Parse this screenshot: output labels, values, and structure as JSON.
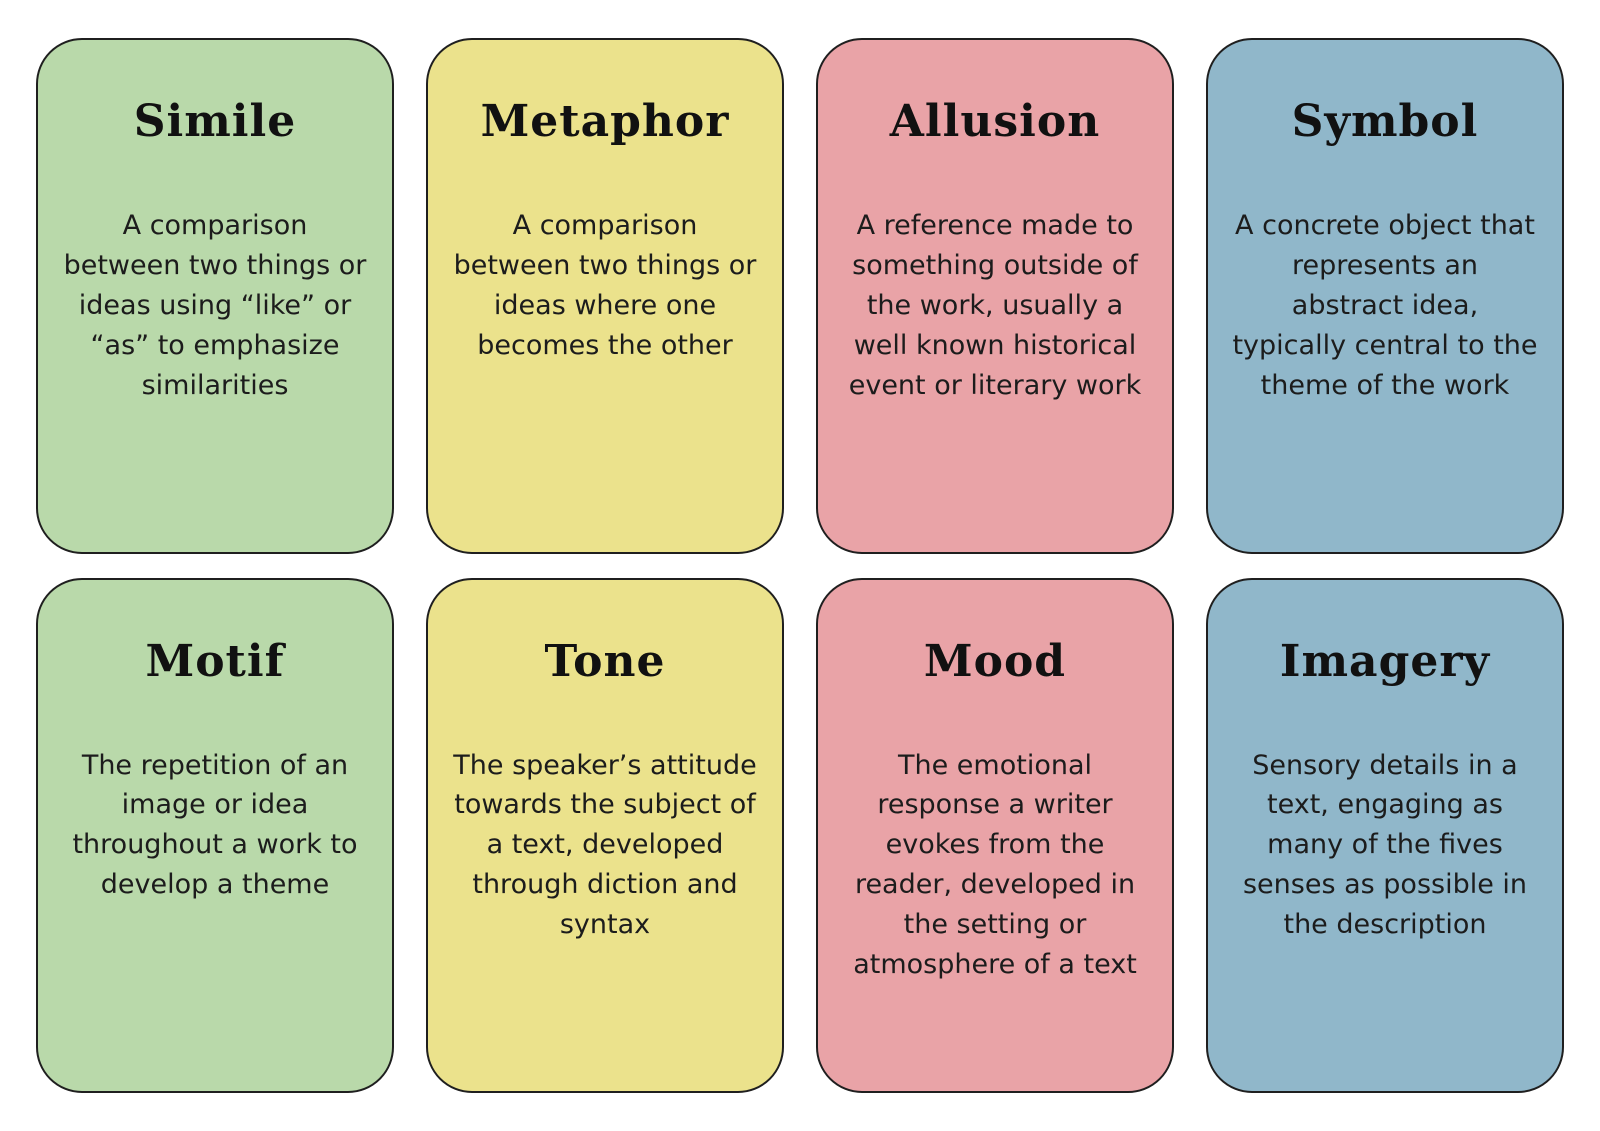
{
  "page": {
    "background": "#ffffff",
    "card_border_color": "#1f1f1f"
  },
  "cards": [
    {
      "id": "simile",
      "title": "Simile",
      "description": "A comparison between two things or ideas using “like” or “as” to emphasize similarities",
      "color": "#b9d9aa"
    },
    {
      "id": "metaphor",
      "title": "Metaphor",
      "description": "A comparison between two things or ideas where one becomes the other",
      "color": "#ebe28c"
    },
    {
      "id": "allusion",
      "title": "Allusion",
      "description": "A reference made to something outside of the work, usually a well known historical event or literary work",
      "color": "#e9a3a7"
    },
    {
      "id": "symbol",
      "title": "Symbol",
      "description": "A concrete object that represents an abstract idea, typically central to the theme of the work",
      "color": "#90b7ca"
    },
    {
      "id": "motif",
      "title": "Motif",
      "description": "The repetition of an image or idea throughout a work to develop a theme",
      "color": "#b9d9aa"
    },
    {
      "id": "tone",
      "title": "Tone",
      "description": "The speaker’s attitude towards the subject of a text, developed through diction and syntax",
      "color": "#ebe28c"
    },
    {
      "id": "mood",
      "title": "Mood",
      "description": "The emotional response a writer evokes from the reader, developed in the setting or atmosphere of a text",
      "color": "#e9a3a7"
    },
    {
      "id": "imagery",
      "title": "Imagery",
      "description": "Sensory details in a text, engaging as many of the fives senses as possible in the description",
      "color": "#90b7ca"
    }
  ]
}
